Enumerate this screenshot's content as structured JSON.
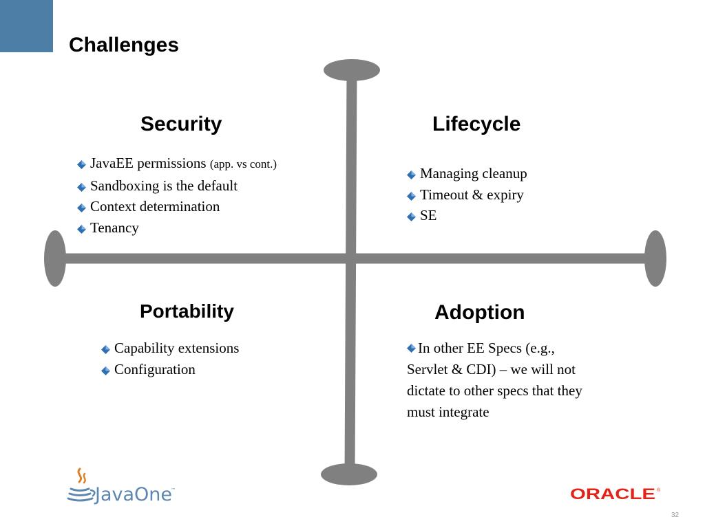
{
  "slide": {
    "title": "Challenges",
    "page_number": "32",
    "accent_color": "#4d7ea5",
    "axis_color": "#808080",
    "bullet_color": "#2f6fb0"
  },
  "quadrants": {
    "security": {
      "heading": "Security",
      "items": [
        {
          "text": "JavaEE permissions",
          "note": "(app. vs cont.)"
        },
        {
          "text": "Sandboxing is the default"
        },
        {
          "text": "Context determination"
        },
        {
          "text": "Tenancy"
        }
      ]
    },
    "lifecycle": {
      "heading": "Lifecycle",
      "items": [
        {
          "text": "Managing cleanup"
        },
        {
          "text": "Timeout & expiry"
        },
        {
          "text": "SE"
        }
      ]
    },
    "portability": {
      "heading": "Portability",
      "items": [
        {
          "text": "Capability extensions"
        },
        {
          "text": "Configuration"
        }
      ]
    },
    "adoption": {
      "heading": "Adoption",
      "text": "In other EE Specs (e.g., Servlet & CDI) – we will not dictate to other specs that they must integrate"
    }
  },
  "logos": {
    "javaone": "JavaOne",
    "oracle": "ORACLE"
  }
}
